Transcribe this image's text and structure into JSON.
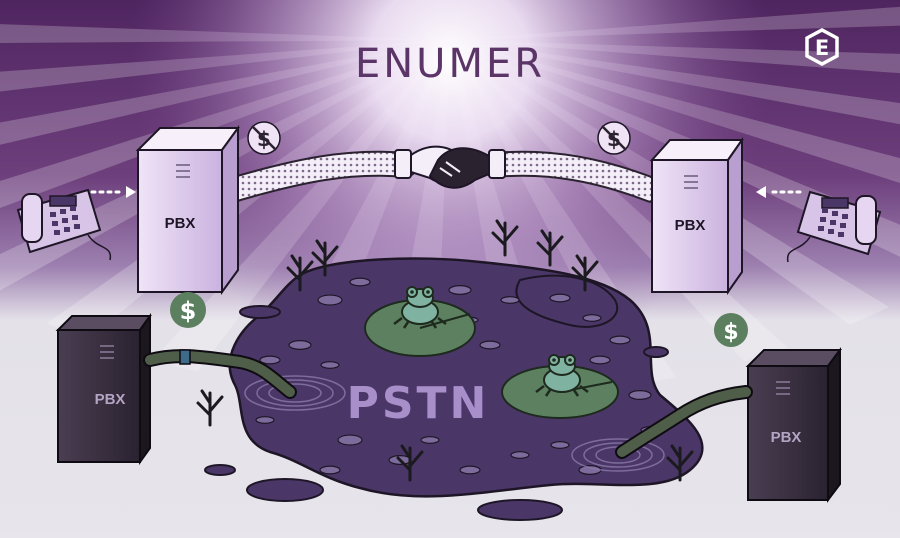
{
  "title": "ENUMER",
  "logo_text": "E",
  "center_label": "PSTN",
  "pbx_label": "PBX",
  "currency_symbol": "$",
  "colors": {
    "background_top": "#5c2f6a",
    "background_glow": "#f4ebfb",
    "background_bottom": "#e6e4ea",
    "swamp": "#4a3768",
    "lily_pad": "#5d8060",
    "frog": "#7fb2a0",
    "pbx_light": "#d9c6ea",
    "pbx_dark": "#2e2532",
    "pstn_text": "#a88fca",
    "dollar_free": "#efe3f5",
    "dollar_paid": "#5b7f5f"
  },
  "icons": [
    "phone-icon",
    "handshake-icon",
    "free-dollar-icon",
    "dollar-icon",
    "frog-icon",
    "logo-icon"
  ]
}
